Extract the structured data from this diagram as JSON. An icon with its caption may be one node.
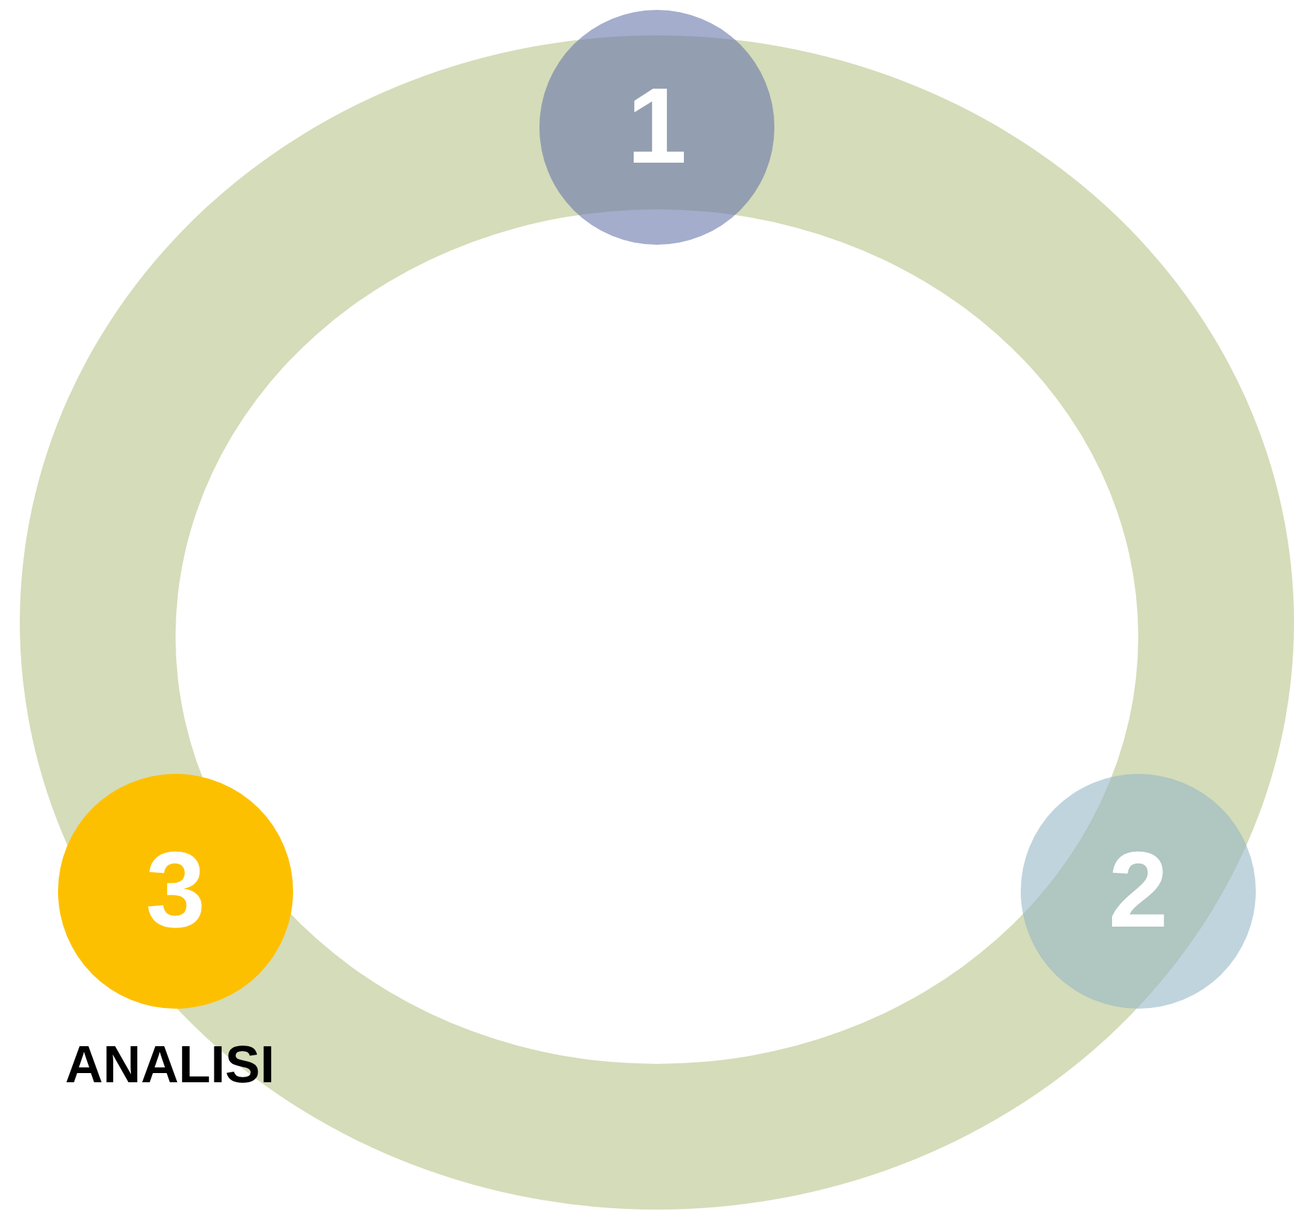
{
  "diagram": {
    "nodes": [
      {
        "text": [
          "1"
        ]
      },
      {
        "text": [
          "2"
        ]
      },
      {
        "text": [
          "3"
        ],
        "beside": [
          "ANALISI"
        ]
      }
    ]
  }
}
